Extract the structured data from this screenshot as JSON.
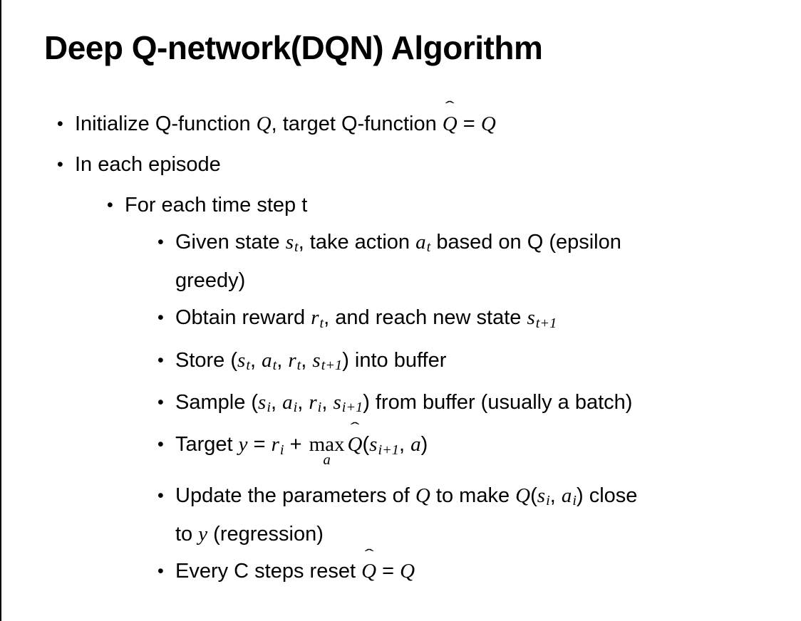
{
  "slide": {
    "title": "Deep Q-network(DQN) Algorithm",
    "bullet_char": "•",
    "hat_char": "ˆ",
    "bullets": [
      {
        "level": 1,
        "segments": [
          {
            "t": "Initialize Q-function "
          },
          {
            "m": "Q"
          },
          {
            "t": ", target Q-function "
          },
          {
            "m": "Q",
            "hat": true
          },
          {
            "t": " = "
          },
          {
            "m": "Q"
          }
        ]
      },
      {
        "level": 1,
        "segments": [
          {
            "t": "In each episode"
          }
        ]
      },
      {
        "level": 2,
        "segments": [
          {
            "t": "For each time step t"
          }
        ]
      },
      {
        "level": 3,
        "segments": [
          {
            "t": "Given state "
          },
          {
            "m": "s",
            "sub": "t"
          },
          {
            "t": ", take action "
          },
          {
            "m": "a",
            "sub": "t"
          },
          {
            "t": " based on Q (epsilon"
          },
          {
            "br": true
          },
          {
            "t": "greedy)"
          }
        ]
      },
      {
        "level": 3,
        "segments": [
          {
            "t": "Obtain reward "
          },
          {
            "m": "r",
            "sub": "t"
          },
          {
            "t": ", and reach new state "
          },
          {
            "m": "s",
            "sub": "t+1"
          }
        ]
      },
      {
        "level": 3,
        "segments": [
          {
            "t": "Store ("
          },
          {
            "m": "s",
            "sub": "t"
          },
          {
            "t": ", "
          },
          {
            "m": "a",
            "sub": "t"
          },
          {
            "t": ", "
          },
          {
            "m": "r",
            "sub": "t"
          },
          {
            "t": ", "
          },
          {
            "m": "s",
            "sub": "t+1"
          },
          {
            "t": ") into buffer"
          }
        ]
      },
      {
        "level": 3,
        "segments": [
          {
            "t": "Sample ("
          },
          {
            "m": "s",
            "sub": "i"
          },
          {
            "t": ", "
          },
          {
            "m": "a",
            "sub": "i"
          },
          {
            "t": ", "
          },
          {
            "m": "r",
            "sub": "i"
          },
          {
            "t": ", "
          },
          {
            "m": "s",
            "sub": "i+1"
          },
          {
            "t": ") from buffer (usually a batch)"
          }
        ]
      },
      {
        "level": 3,
        "segments": [
          {
            "t": "Target "
          },
          {
            "m": "y"
          },
          {
            "t": " = "
          },
          {
            "m": "r",
            "sub": "i"
          },
          {
            "t": " + "
          },
          {
            "max": "max",
            "under": "a"
          },
          {
            "m": "Q",
            "hat": true
          },
          {
            "t": "("
          },
          {
            "m": "s",
            "sub": "i+1"
          },
          {
            "t": ", "
          },
          {
            "m": "a"
          },
          {
            "t": ")"
          }
        ]
      },
      {
        "level": 3,
        "segments": [
          {
            "t": "Update the parameters of "
          },
          {
            "m": "Q"
          },
          {
            "t": " to make "
          },
          {
            "m": "Q"
          },
          {
            "t": "("
          },
          {
            "m": "s",
            "sub": "i"
          },
          {
            "t": ", "
          },
          {
            "m": "a",
            "sub": "i"
          },
          {
            "t": ") close"
          },
          {
            "br": true
          },
          {
            "t": "to "
          },
          {
            "m": "y"
          },
          {
            "t": " (regression)"
          }
        ]
      },
      {
        "level": 3,
        "segments": [
          {
            "t": "Every C steps reset "
          },
          {
            "m": "Q",
            "hat": true
          },
          {
            "t": " = "
          },
          {
            "m": "Q"
          }
        ]
      }
    ]
  }
}
